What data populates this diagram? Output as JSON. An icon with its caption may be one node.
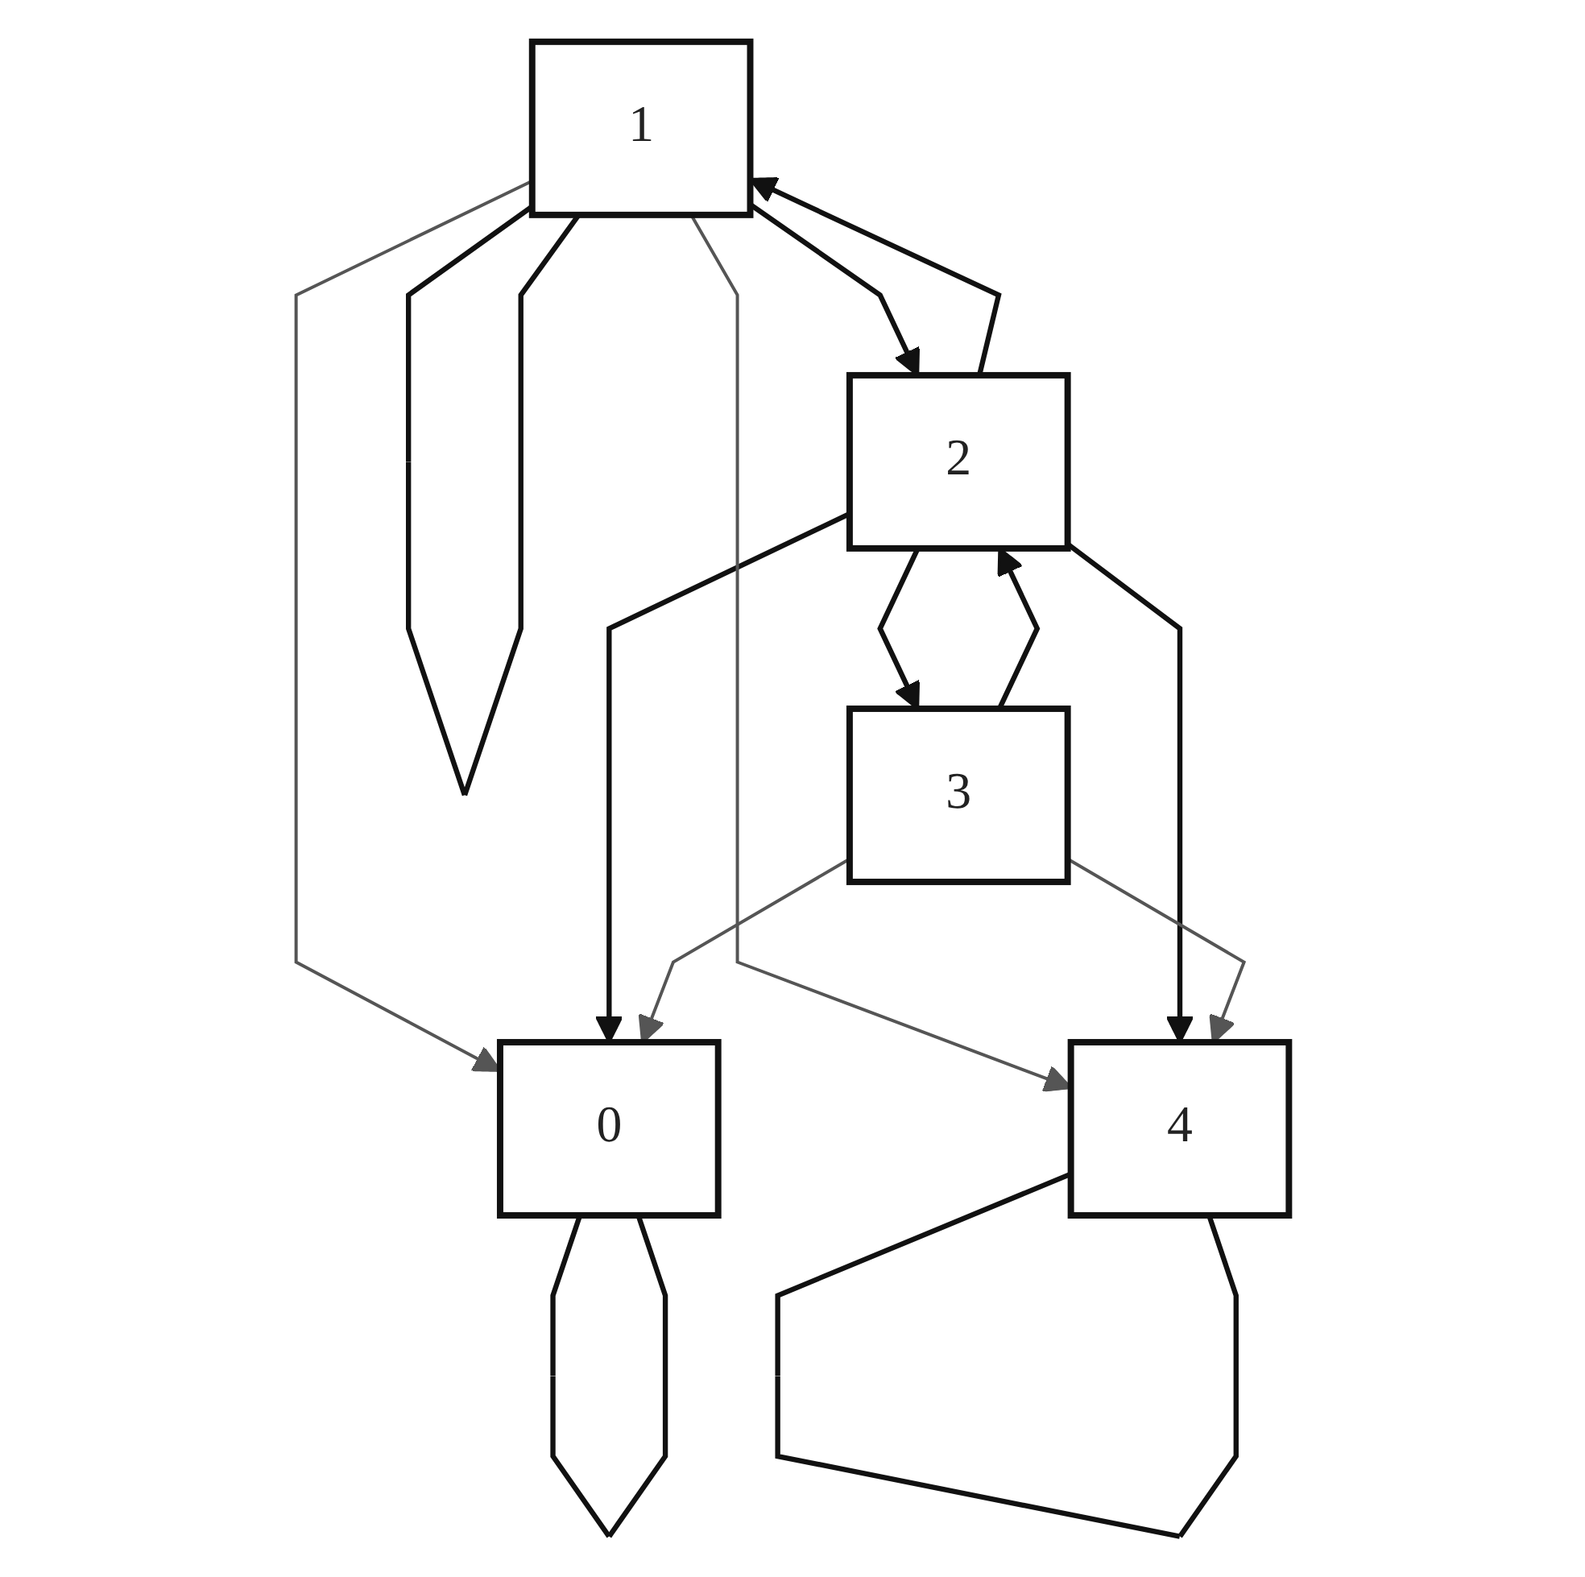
{
  "diagram": {
    "nodes": [
      {
        "text": [
          "0"
        ]
      },
      {
        "text": [
          "1"
        ]
      },
      {
        "text": [
          "2"
        ]
      },
      {
        "text": [
          "3"
        ]
      },
      {
        "text": [
          "4"
        ]
      }
    ],
    "edges": [
      {
        "from": 0,
        "to": 0,
        "arrow": "none"
      },
      {
        "from": 1,
        "to": 0,
        "arrow": "to",
        "color": "#555555"
      },
      {
        "from": 2,
        "to": 0,
        "arrow": "to"
      },
      {
        "from": 3,
        "to": 0,
        "arrow": "to",
        "color": "#555555"
      },
      {
        "from": 1,
        "to": 1,
        "arrow": "none"
      },
      {
        "from": 2,
        "to": 1,
        "arrow": "to"
      },
      {
        "from": 1,
        "to": 2,
        "arrow": "to"
      },
      {
        "from": 2,
        "to": 3,
        "arrow": "to"
      },
      {
        "from": 3,
        "to": 2,
        "arrow": "to"
      },
      {
        "from": 1,
        "to": 4,
        "arrow": "to",
        "color": "#555555"
      },
      {
        "from": 2,
        "to": 4,
        "arrow": "to"
      },
      {
        "from": 3,
        "to": 4,
        "arrow": "to",
        "color": "#555555"
      },
      {
        "from": 4,
        "to": 4,
        "arrow": "none"
      }
    ]
  }
}
